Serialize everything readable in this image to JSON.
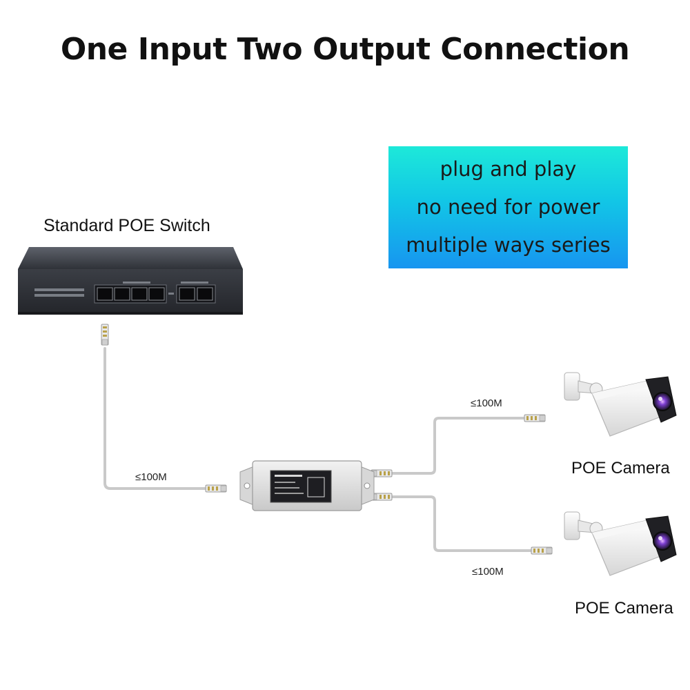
{
  "title": "One Input Two Output Connection",
  "features": [
    "plug and play",
    "no need for power",
    "multiple ways series"
  ],
  "devices": {
    "switch_label": "Standard POE Switch",
    "camera1_label": "POE Camera",
    "camera2_label": "POE Camera"
  },
  "distances": {
    "switch_to_extender": "≤100M",
    "extender_to_camera1": "≤100M",
    "extender_to_camera2": "≤100M"
  },
  "colors": {
    "feature_gradient_top": "#1de9d9",
    "feature_gradient_bottom": "#1795f0",
    "switch_body": "#3a3d44",
    "cable": "#c8c8c8"
  }
}
